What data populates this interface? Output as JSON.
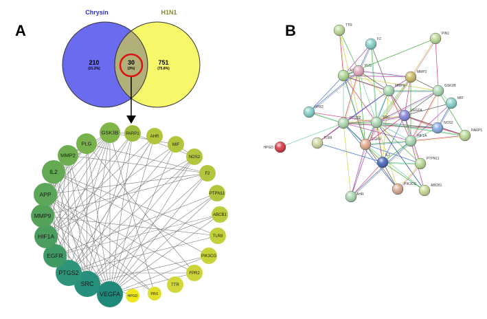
{
  "panels": {
    "a_label": "A",
    "b_label": "B"
  },
  "venn": {
    "left_title": "Chrysin",
    "right_title": "H1N1",
    "left_count": "210",
    "left_pct": "(21.2%)",
    "overlap_count": "30",
    "overlap_pct": "(3%)",
    "right_count": "751",
    "right_pct": "(75.8%)",
    "left_color": "#6b6bf0",
    "right_color": "#f7f76a",
    "overlap_color": "#b2b07a",
    "left_title_color": "#2c2cc8",
    "right_title_color": "#8a8a1a",
    "highlight_ring_color": "#dd1111"
  },
  "network_a": {
    "nodes": [
      {
        "id": "PARP1",
        "label": "PARP1",
        "color": "#9bbb3a",
        "tier": 1
      },
      {
        "id": "AHR",
        "label": "AHR",
        "color": "#b3c53c",
        "tier": 1
      },
      {
        "id": "MIF",
        "label": "MIF",
        "color": "#b3c53c",
        "tier": 1
      },
      {
        "id": "NOS2",
        "label": "NOS2",
        "color": "#b3c53c",
        "tier": 1
      },
      {
        "id": "F2",
        "label": "F2",
        "color": "#b3c53c",
        "tier": 1
      },
      {
        "id": "PTPN11",
        "label": "PTPN11",
        "color": "#b3c53c",
        "tier": 1
      },
      {
        "id": "ABCB1",
        "label": "ABCB1",
        "color": "#bccc3a",
        "tier": 1
      },
      {
        "id": "TLR8",
        "label": "TLR8",
        "color": "#c4d03a",
        "tier": 1
      },
      {
        "id": "PIK3CG",
        "label": "PIK3CG",
        "color": "#c8d23a",
        "tier": 1
      },
      {
        "id": "FPR2",
        "label": "FPR2",
        "color": "#ccd43a",
        "tier": 1
      },
      {
        "id": "TTR",
        "label": "TTR",
        "color": "#d2d83a",
        "tier": 1
      },
      {
        "id": "PIN1",
        "label": "PIN1",
        "color": "#e2df2a",
        "tier": 0
      },
      {
        "id": "HPGD",
        "label": "HPGD",
        "color": "#eee71c",
        "tier": 0
      },
      {
        "id": "VEGFA",
        "label": "VEGFA",
        "color": "#1f8a7a",
        "tier": 4
      },
      {
        "id": "SRC",
        "label": "SRC",
        "color": "#26907c",
        "tier": 4
      },
      {
        "id": "PTGS2",
        "label": "PTGS2",
        "color": "#2f957a",
        "tier": 4
      },
      {
        "id": "EGFR",
        "label": "EGFR",
        "color": "#3f9a66",
        "tier": 3
      },
      {
        "id": "HIF1A",
        "label": "HIF1A",
        "color": "#4c9e5e",
        "tier": 3
      },
      {
        "id": "MMP9",
        "label": "MMP9",
        "color": "#54a25a",
        "tier": 3
      },
      {
        "id": "APP",
        "label": "APP",
        "color": "#5ba658",
        "tier": 3
      },
      {
        "id": "IL2",
        "label": "IL2",
        "color": "#64aa55",
        "tier": 3
      },
      {
        "id": "MMP2",
        "label": "MMP2",
        "color": "#6fae50",
        "tier": 2
      },
      {
        "id": "PLG",
        "label": "PLG",
        "color": "#78b24c",
        "tier": 2
      },
      {
        "id": "GSK3B",
        "label": "GSK3B",
        "color": "#7fb548",
        "tier": 2
      }
    ],
    "edges": [
      [
        "VEGFA",
        "EGFR"
      ],
      [
        "VEGFA",
        "HIF1A"
      ],
      [
        "VEGFA",
        "MMP9"
      ],
      [
        "VEGFA",
        "APP"
      ],
      [
        "VEGFA",
        "IL2"
      ],
      [
        "VEGFA",
        "MMP2"
      ],
      [
        "VEGFA",
        "PLG"
      ],
      [
        "VEGFA",
        "GSK3B"
      ],
      [
        "VEGFA",
        "PARP1"
      ],
      [
        "VEGFA",
        "AHR"
      ],
      [
        "VEGFA",
        "MIF"
      ],
      [
        "VEGFA",
        "NOS2"
      ],
      [
        "VEGFA",
        "F2"
      ],
      [
        "VEGFA",
        "PTPN11"
      ],
      [
        "VEGFA",
        "ABCB1"
      ],
      [
        "VEGFA",
        "PIK3CG"
      ],
      [
        "VEGFA",
        "FPR2"
      ],
      [
        "SRC",
        "EGFR"
      ],
      [
        "SRC",
        "HIF1A"
      ],
      [
        "SRC",
        "MMP9"
      ],
      [
        "SRC",
        "APP"
      ],
      [
        "SRC",
        "IL2"
      ],
      [
        "SRC",
        "MMP2"
      ],
      [
        "SRC",
        "PLG"
      ],
      [
        "SRC",
        "GSK3B"
      ],
      [
        "SRC",
        "PARP1"
      ],
      [
        "SRC",
        "NOS2"
      ],
      [
        "SRC",
        "PTPN11"
      ],
      [
        "SRC",
        "PIK3CG"
      ],
      [
        "SRC",
        "F2"
      ],
      [
        "PTGS2",
        "EGFR"
      ],
      [
        "PTGS2",
        "HIF1A"
      ],
      [
        "PTGS2",
        "MMP9"
      ],
      [
        "PTGS2",
        "APP"
      ],
      [
        "PTGS2",
        "IL2"
      ],
      [
        "PTGS2",
        "MMP2"
      ],
      [
        "PTGS2",
        "GSK3B"
      ],
      [
        "PTGS2",
        "NOS2"
      ],
      [
        "PTGS2",
        "AHR"
      ],
      [
        "PTGS2",
        "MIF"
      ],
      [
        "PTGS2",
        "HPGD"
      ],
      [
        "PTGS2",
        "TLR8"
      ],
      [
        "PTGS2",
        "FPR2"
      ],
      [
        "PTGS2",
        "ABCB1"
      ],
      [
        "EGFR",
        "HIF1A"
      ],
      [
        "EGFR",
        "MMP9"
      ],
      [
        "EGFR",
        "APP"
      ],
      [
        "EGFR",
        "IL2"
      ],
      [
        "EGFR",
        "MMP2"
      ],
      [
        "EGFR",
        "GSK3B"
      ],
      [
        "EGFR",
        "PTPN11"
      ],
      [
        "EGFR",
        "ABCB1"
      ],
      [
        "EGFR",
        "PARP1"
      ],
      [
        "HIF1A",
        "MMP9"
      ],
      [
        "HIF1A",
        "APP"
      ],
      [
        "HIF1A",
        "IL2"
      ],
      [
        "HIF1A",
        "MMP2"
      ],
      [
        "HIF1A",
        "GSK3B"
      ],
      [
        "HIF1A",
        "NOS2"
      ],
      [
        "HIF1A",
        "MIF"
      ],
      [
        "HIF1A",
        "PARP1"
      ],
      [
        "HIF1A",
        "AHR"
      ],
      [
        "MMP9",
        "APP"
      ],
      [
        "MMP9",
        "IL2"
      ],
      [
        "MMP9",
        "MMP2"
      ],
      [
        "MMP9",
        "PLG"
      ],
      [
        "MMP9",
        "GSK3B"
      ],
      [
        "MMP9",
        "TLR8"
      ],
      [
        "MMP9",
        "F2"
      ],
      [
        "MMP9",
        "PIN1"
      ],
      [
        "APP",
        "IL2"
      ],
      [
        "APP",
        "MMP2"
      ],
      [
        "APP",
        "PLG"
      ],
      [
        "APP",
        "GSK3B"
      ],
      [
        "APP",
        "PIN1"
      ],
      [
        "APP",
        "TTR"
      ],
      [
        "APP",
        "FPR2"
      ],
      [
        "APP",
        "F2"
      ],
      [
        "IL2",
        "MMP2"
      ],
      [
        "IL2",
        "PLG"
      ],
      [
        "IL2",
        "GSK3B"
      ],
      [
        "IL2",
        "TLR8"
      ],
      [
        "IL2",
        "PIK3CG"
      ],
      [
        "MMP2",
        "PLG"
      ],
      [
        "MMP2",
        "GSK3B"
      ],
      [
        "MMP2",
        "F2"
      ],
      [
        "PLG",
        "F2"
      ],
      [
        "PLG",
        "FPR2"
      ],
      [
        "GSK3B",
        "PARP1"
      ],
      [
        "GSK3B",
        "PIN1"
      ],
      [
        "GSK3B",
        "MIF"
      ],
      [
        "MIF",
        "NOS2"
      ],
      [
        "NOS2",
        "PARP1"
      ],
      [
        "AHR",
        "PTGS2"
      ]
    ]
  },
  "network_b": {
    "nodes": [
      {
        "id": "TTR",
        "label": "TTR",
        "color": "#b8d890"
      },
      {
        "id": "F2",
        "label": "F2",
        "color": "#7fd0c8"
      },
      {
        "id": "PIN1",
        "label": "PIN1",
        "color": "#b8d890"
      },
      {
        "id": "APP",
        "label": "APP",
        "color": "#a8d890"
      },
      {
        "id": "PLG",
        "label": "PLG",
        "color": "#e0a8b8"
      },
      {
        "id": "MMP2",
        "label": "MMP2",
        "color": "#c8b860"
      },
      {
        "id": "MMP9",
        "label": "MMP9",
        "color": "#a8d8b0"
      },
      {
        "id": "GSK3B",
        "label": "GSK3B",
        "color": "#a8d8b0"
      },
      {
        "id": "MIF",
        "label": "MIF",
        "color": "#7fd0c8"
      },
      {
        "id": "FPR2",
        "label": "FPR2",
        "color": "#7fd0c8"
      },
      {
        "id": "PTGS2",
        "label": "PTGS2",
        "color": "#a8d8b0"
      },
      {
        "id": "SRC",
        "label": "SRC",
        "color": "#a8d8b0"
      },
      {
        "id": "VEGFA",
        "label": "VEGFA",
        "color": "#8080d8"
      },
      {
        "id": "NOS2",
        "label": "NOS2",
        "color": "#80a8e0"
      },
      {
        "id": "HPGD",
        "label": "HPGD",
        "color": "#d83040"
      },
      {
        "id": "TLR8",
        "label": "TLR8",
        "color": "#d0d8a0"
      },
      {
        "id": "EGFR",
        "label": "EGFR",
        "color": "#e0a888"
      },
      {
        "id": "HIF1A",
        "label": "HIF1A",
        "color": "#a8d8b0"
      },
      {
        "id": "PARP1",
        "label": "PARP1",
        "color": "#b8d890"
      },
      {
        "id": "IL2",
        "label": "IL2",
        "color": "#4060b8"
      },
      {
        "id": "PTPN11",
        "label": "PTPN11",
        "color": "#b8d890"
      },
      {
        "id": "PIK3CG",
        "label": "PIK3CG",
        "color": "#d8a890"
      },
      {
        "id": "ABCB1",
        "label": "ABCB1",
        "color": "#c8d890"
      },
      {
        "id": "AHR",
        "label": "AHR",
        "color": "#a8d8b0"
      }
    ],
    "edges": [
      [
        "TTR",
        "APP"
      ],
      [
        "TTR",
        "PLG"
      ],
      [
        "TTR",
        "EGFR"
      ],
      [
        "F2",
        "PLG"
      ],
      [
        "F2",
        "APP"
      ],
      [
        "F2",
        "MMP9"
      ],
      [
        "F2",
        "SRC"
      ],
      [
        "PIN1",
        "GSK3B"
      ],
      [
        "PIN1",
        "APP"
      ],
      [
        "PIN1",
        "MMP2"
      ],
      [
        "APP",
        "PLG"
      ],
      [
        "APP",
        "MMP2"
      ],
      [
        "APP",
        "MMP9"
      ],
      [
        "APP",
        "PTGS2"
      ],
      [
        "APP",
        "SRC"
      ],
      [
        "APP",
        "EGFR"
      ],
      [
        "APP",
        "GSK3B"
      ],
      [
        "APP",
        "FPR2"
      ],
      [
        "PLG",
        "MMP2"
      ],
      [
        "PLG",
        "MMP9"
      ],
      [
        "PLG",
        "SRC"
      ],
      [
        "PLG",
        "PTGS2"
      ],
      [
        "PLG",
        "EGFR"
      ],
      [
        "PLG",
        "VEGFA"
      ],
      [
        "PLG",
        "FPR2"
      ],
      [
        "MMP2",
        "MMP9"
      ],
      [
        "MMP2",
        "GSK3B"
      ],
      [
        "MMP2",
        "SRC"
      ],
      [
        "MMP2",
        "VEGFA"
      ],
      [
        "MMP2",
        "HIF1A"
      ],
      [
        "MMP2",
        "EGFR"
      ],
      [
        "MMP9",
        "SRC"
      ],
      [
        "MMP9",
        "PTGS2"
      ],
      [
        "MMP9",
        "VEGFA"
      ],
      [
        "MMP9",
        "EGFR"
      ],
      [
        "MMP9",
        "HIF1A"
      ],
      [
        "MMP9",
        "GSK3B"
      ],
      [
        "MMP9",
        "IL2"
      ],
      [
        "MMP9",
        "TLR8"
      ],
      [
        "GSK3B",
        "SRC"
      ],
      [
        "GSK3B",
        "VEGFA"
      ],
      [
        "GSK3B",
        "MIF"
      ],
      [
        "GSK3B",
        "HIF1A"
      ],
      [
        "GSK3B",
        "PARP1"
      ],
      [
        "GSK3B",
        "NOS2"
      ],
      [
        "MIF",
        "NOS2"
      ],
      [
        "MIF",
        "HIF1A"
      ],
      [
        "MIF",
        "VEGFA"
      ],
      [
        "FPR2",
        "PTGS2"
      ],
      [
        "FPR2",
        "SRC"
      ],
      [
        "PTGS2",
        "SRC"
      ],
      [
        "PTGS2",
        "VEGFA"
      ],
      [
        "PTGS2",
        "EGFR"
      ],
      [
        "PTGS2",
        "HIF1A"
      ],
      [
        "PTGS2",
        "NOS2"
      ],
      [
        "PTGS2",
        "HPGD"
      ],
      [
        "PTGS2",
        "TLR8"
      ],
      [
        "PTGS2",
        "IL2"
      ],
      [
        "PTGS2",
        "AHR"
      ],
      [
        "PTGS2",
        "PIK3CG"
      ],
      [
        "SRC",
        "VEGFA"
      ],
      [
        "SRC",
        "EGFR"
      ],
      [
        "SRC",
        "HIF1A"
      ],
      [
        "SRC",
        "IL2"
      ],
      [
        "SRC",
        "PTPN11"
      ],
      [
        "SRC",
        "PIK3CG"
      ],
      [
        "SRC",
        "ABCB1"
      ],
      [
        "SRC",
        "AHR"
      ],
      [
        "SRC",
        "NOS2"
      ],
      [
        "SRC",
        "PARP1"
      ],
      [
        "VEGFA",
        "EGFR"
      ],
      [
        "VEGFA",
        "HIF1A"
      ],
      [
        "VEGFA",
        "NOS2"
      ],
      [
        "VEGFA",
        "IL2"
      ],
      [
        "VEGFA",
        "PTPN11"
      ],
      [
        "VEGFA",
        "PARP1"
      ],
      [
        "NOS2",
        "HIF1A"
      ],
      [
        "NOS2",
        "PARP1"
      ],
      [
        "EGFR",
        "HIF1A"
      ],
      [
        "EGFR",
        "IL2"
      ],
      [
        "EGFR",
        "PTPN11"
      ],
      [
        "EGFR",
        "AHR"
      ],
      [
        "EGFR",
        "PIK3CG"
      ],
      [
        "EGFR",
        "ABCB1"
      ],
      [
        "HIF1A",
        "PARP1"
      ],
      [
        "HIF1A",
        "IL2"
      ],
      [
        "HIF1A",
        "PTPN11"
      ],
      [
        "HIF1A",
        "AHR"
      ],
      [
        "HIF1A",
        "ABCB1"
      ],
      [
        "IL2",
        "PIK3CG"
      ],
      [
        "IL2",
        "PTPN11"
      ],
      [
        "IL2",
        "AHR"
      ],
      [
        "IL2",
        "ABCB1"
      ],
      [
        "PIK3CG",
        "PTPN11"
      ],
      [
        "TLR8",
        "IL2"
      ]
    ],
    "edge_colors": [
      "#cc3366",
      "#33aa33",
      "#cccc33",
      "#3366cc",
      "#aa33aa",
      "#555555",
      "#66cc99"
    ]
  }
}
